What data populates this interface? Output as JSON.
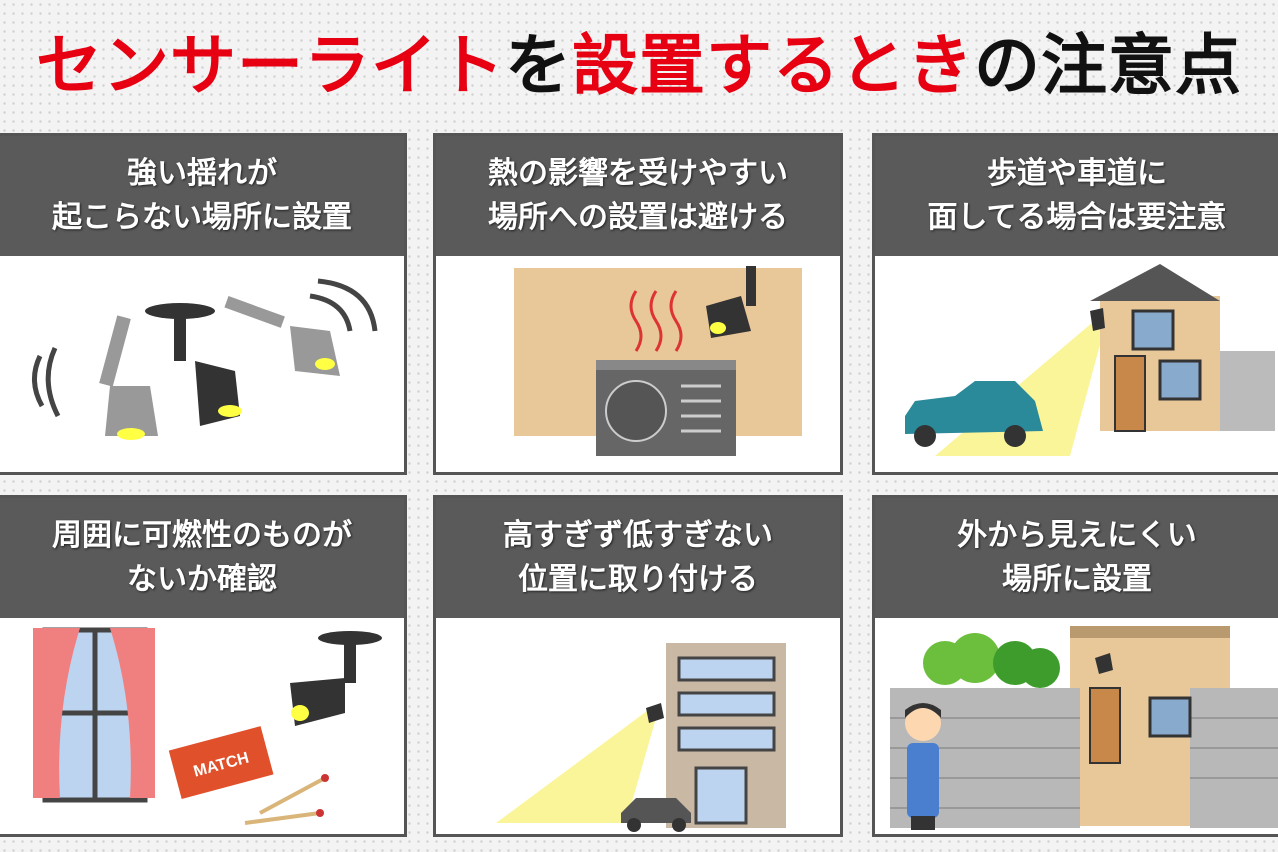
{
  "title": {
    "part1": "センサーライト",
    "part2": "を",
    "part3": "設置するとき",
    "part4": "の注意点"
  },
  "panels": [
    {
      "line1": "強い揺れが",
      "line2": "起こらない場所に設置"
    },
    {
      "line1": "熱の影響を受けやすい",
      "line2": "場所への設置は避ける"
    },
    {
      "line1": "歩道や車道に",
      "line2": "面してる場合は要注意"
    },
    {
      "line1": "周囲に可燃性のものが",
      "line2": "ないか確認",
      "match_label": "MATCH"
    },
    {
      "line1": "高すぎず低すぎない",
      "line2": "位置に取り付ける"
    },
    {
      "line1": "外から見えにくい",
      "line2": "場所に設置"
    }
  ],
  "colors": {
    "accent": "#e60012",
    "header": "#5a5a5a"
  }
}
